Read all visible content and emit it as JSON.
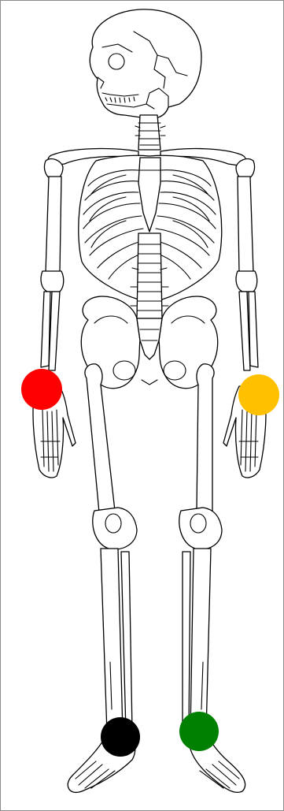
{
  "figure": {
    "subject": "skeleton-front-view",
    "background": "#ffffff",
    "border_color": "#8c8c8c",
    "line_color": "#000000"
  },
  "markers": [
    {
      "id": "right-wrist",
      "color": "#ff0000"
    },
    {
      "id": "left-wrist",
      "color": "#ffc000"
    },
    {
      "id": "right-ankle",
      "color": "#000000"
    },
    {
      "id": "left-ankle",
      "color": "#008000"
    }
  ]
}
